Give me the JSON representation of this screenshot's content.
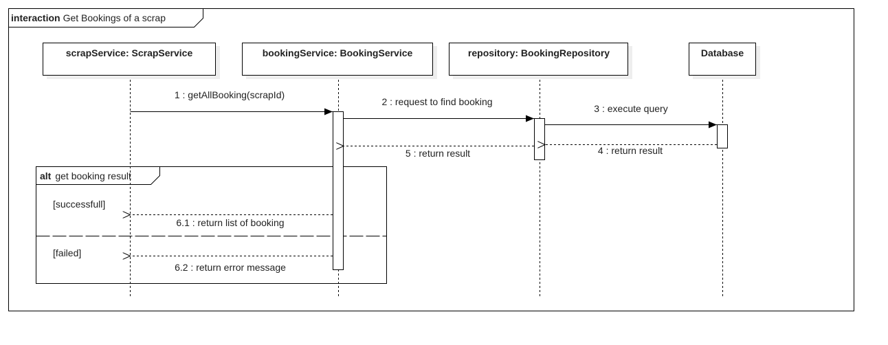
{
  "frame": {
    "keyword": "interaction",
    "title": "Get Bookings of a scrap"
  },
  "lifelines": [
    {
      "label": "scrapService: ScrapService"
    },
    {
      "label": "bookingService: BookingService"
    },
    {
      "label": "repository: BookingRepository"
    },
    {
      "label": "Database"
    }
  ],
  "messages": [
    {
      "label": "1 : getAllBooking(scrapId)"
    },
    {
      "label": "2 : request to find booking"
    },
    {
      "label": "3 : execute query"
    },
    {
      "label": "4 : return result"
    },
    {
      "label": "5 : return result"
    },
    {
      "label": "6.1 : return list of booking"
    },
    {
      "label": "6.2 : return error message"
    }
  ],
  "alt": {
    "keyword": "alt",
    "title": "get booking result",
    "guards": [
      "[successfull]",
      "[failed]"
    ]
  }
}
